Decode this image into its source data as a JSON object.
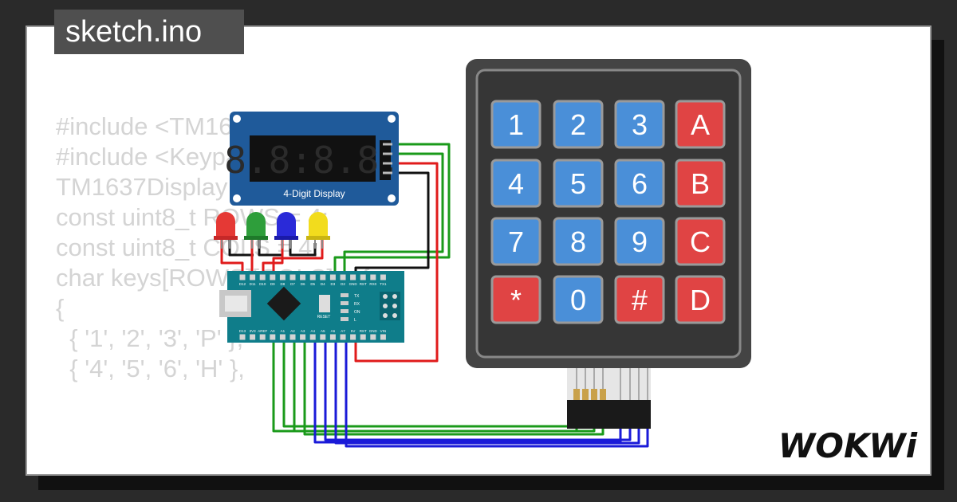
{
  "file_tab": {
    "label": "sketch.ino"
  },
  "code_lines": [
    "#include <TM1637Display.h>",
    "#include <Keypad.h>",
    "",
    "TM1637Display disp(2, 3);",
    "",
    "const uint8_t ROWS = 4;",
    "const uint8_t COLS = 4;",
    "char keys[ROWS][COLS] = {",
    "{",
    "  { '1', '2', '3', 'P' },",
    "  { '4', '5', '6', 'H' },"
  ],
  "display": {
    "digits": "8.8:8.8.",
    "label": "4-Digit Display"
  },
  "leds": [
    {
      "color": "red",
      "hex": "#e53935"
    },
    {
      "color": "green",
      "hex": "#2e9e3b"
    },
    {
      "color": "blue",
      "hex": "#2a2ad8"
    },
    {
      "color": "yellow",
      "hex": "#f2dc1d"
    }
  ],
  "arduino": {
    "top_pins": [
      "D12",
      "D11",
      "D10",
      "D9",
      "D8",
      "D7",
      "D6",
      "D5",
      "D4",
      "D3",
      "D2",
      "GND",
      "RST",
      "RX0",
      "TX1"
    ],
    "bottom_pins": [
      "D13",
      "3V3",
      "AREF",
      "A0",
      "A1",
      "A2",
      "A3",
      "A4",
      "A5",
      "A6",
      "A7",
      "5V",
      "RST",
      "GND",
      "VIN"
    ],
    "leds": [
      "TX",
      "RX",
      "ON",
      "L"
    ],
    "reset_label": "RESET"
  },
  "keypad": {
    "rows": [
      [
        "1",
        "2",
        "3",
        "A"
      ],
      [
        "4",
        "5",
        "6",
        "B"
      ],
      [
        "7",
        "8",
        "9",
        "C"
      ],
      [
        "*",
        "0",
        "#",
        "D"
      ]
    ],
    "number_color": "#4a8fd8",
    "letter_color": "#e04444"
  },
  "brand": {
    "logo": "WOKWi"
  },
  "colors": {
    "background": "#2a2a2a",
    "tab": "#4f4f4f",
    "code_text": "#d4d4d4",
    "wire_red": "#e01b1b",
    "wire_green": "#1a9a1a",
    "wire_blue": "#1a1ad8",
    "wire_black": "#111111"
  }
}
